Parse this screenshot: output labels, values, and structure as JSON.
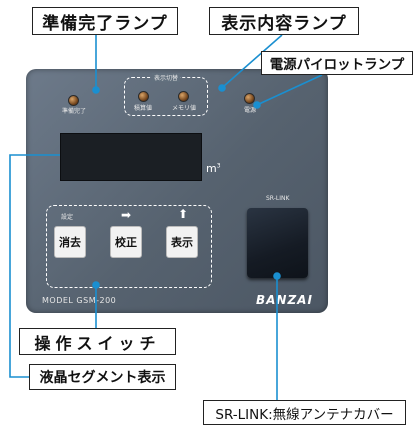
{
  "callouts": {
    "ready_lamp": "準備完了ランプ",
    "display_lamp": "表示内容ランプ",
    "power_lamp": "電源パイロットランプ",
    "switches": "操作スイッチ",
    "lcd": "液晶セグメント表示",
    "antenna": "SR-LINK:無線アンテナカバー"
  },
  "panel": {
    "ready_label": "準備完了",
    "mode_header": "表示切替",
    "mode1_label": "積算値",
    "mode2_label": "メモリ値",
    "power_label": "電源",
    "unit": "m",
    "unit_sup": "3",
    "keys_header": "設定",
    "key1": "消去",
    "key2": "校正",
    "key3": "表示",
    "antenna_label": "SR-LINK",
    "model": "MODEL GSM-200",
    "brand": "BANZAI"
  },
  "colors": {
    "panel": "#5e6b7a",
    "led": "#b07a3e",
    "line": "#1a8fd0"
  }
}
